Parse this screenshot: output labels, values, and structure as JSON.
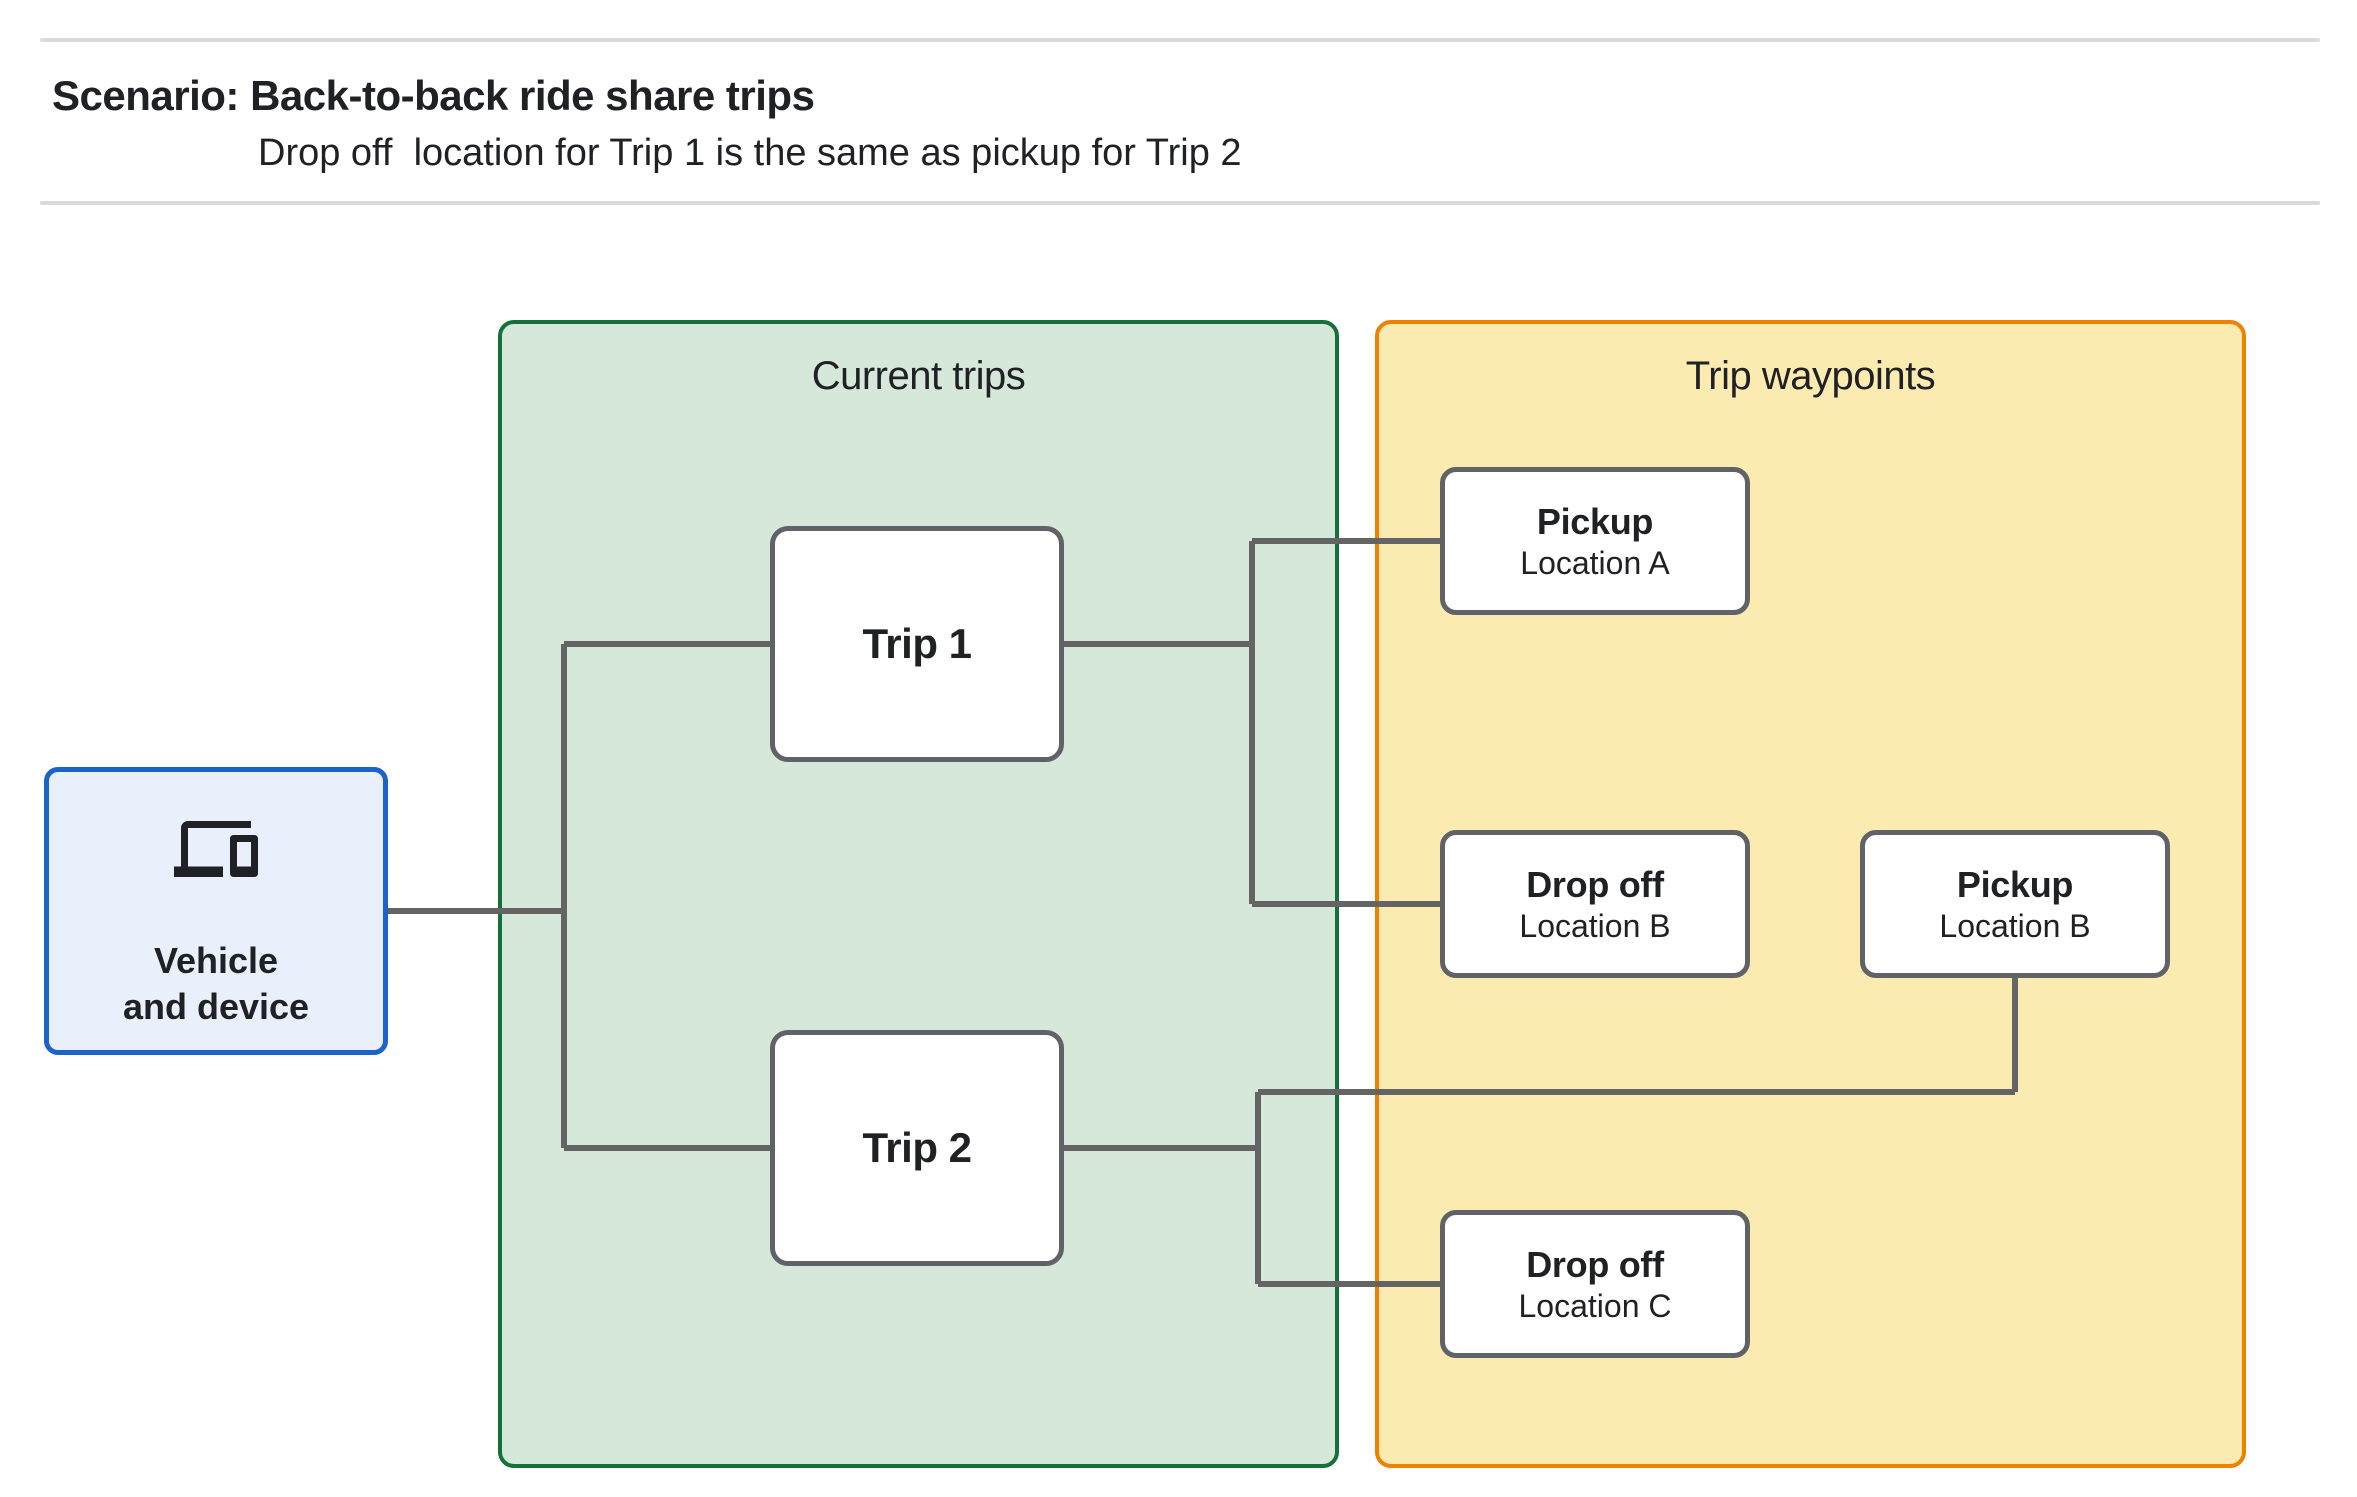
{
  "header": {
    "title": "Scenario: Back-to-back ride share trips",
    "subtitle": "Drop off  location for Trip 1 is the same as pickup for Trip 2"
  },
  "vehicle": {
    "icon": "devices-icon",
    "label_line1": "Vehicle",
    "label_line2": "and device"
  },
  "panels": {
    "current_trips": {
      "title": "Current trips",
      "trips": [
        {
          "label": "Trip 1"
        },
        {
          "label": "Trip 2"
        }
      ]
    },
    "trip_waypoints": {
      "title": "Trip waypoints",
      "waypoints": [
        {
          "type": "Pickup",
          "location": "Location A"
        },
        {
          "type": "Drop off",
          "location": "Location B"
        },
        {
          "type": "Pickup",
          "location": "Location B"
        },
        {
          "type": "Drop off",
          "location": "Location C"
        }
      ]
    }
  },
  "colors": {
    "green_fill": "#D5E8DA",
    "green_border": "#15713A",
    "yellow_fill": "#FCEBB1",
    "orange_border": "#EE8100",
    "blue_fill": "#E9EFFB",
    "blue_border": "#1B63CB",
    "node_fill": "#FFFFFF",
    "node_border": "#5F6368",
    "connector": "#646464",
    "text": "#202124",
    "hairline": "#DADADA"
  }
}
